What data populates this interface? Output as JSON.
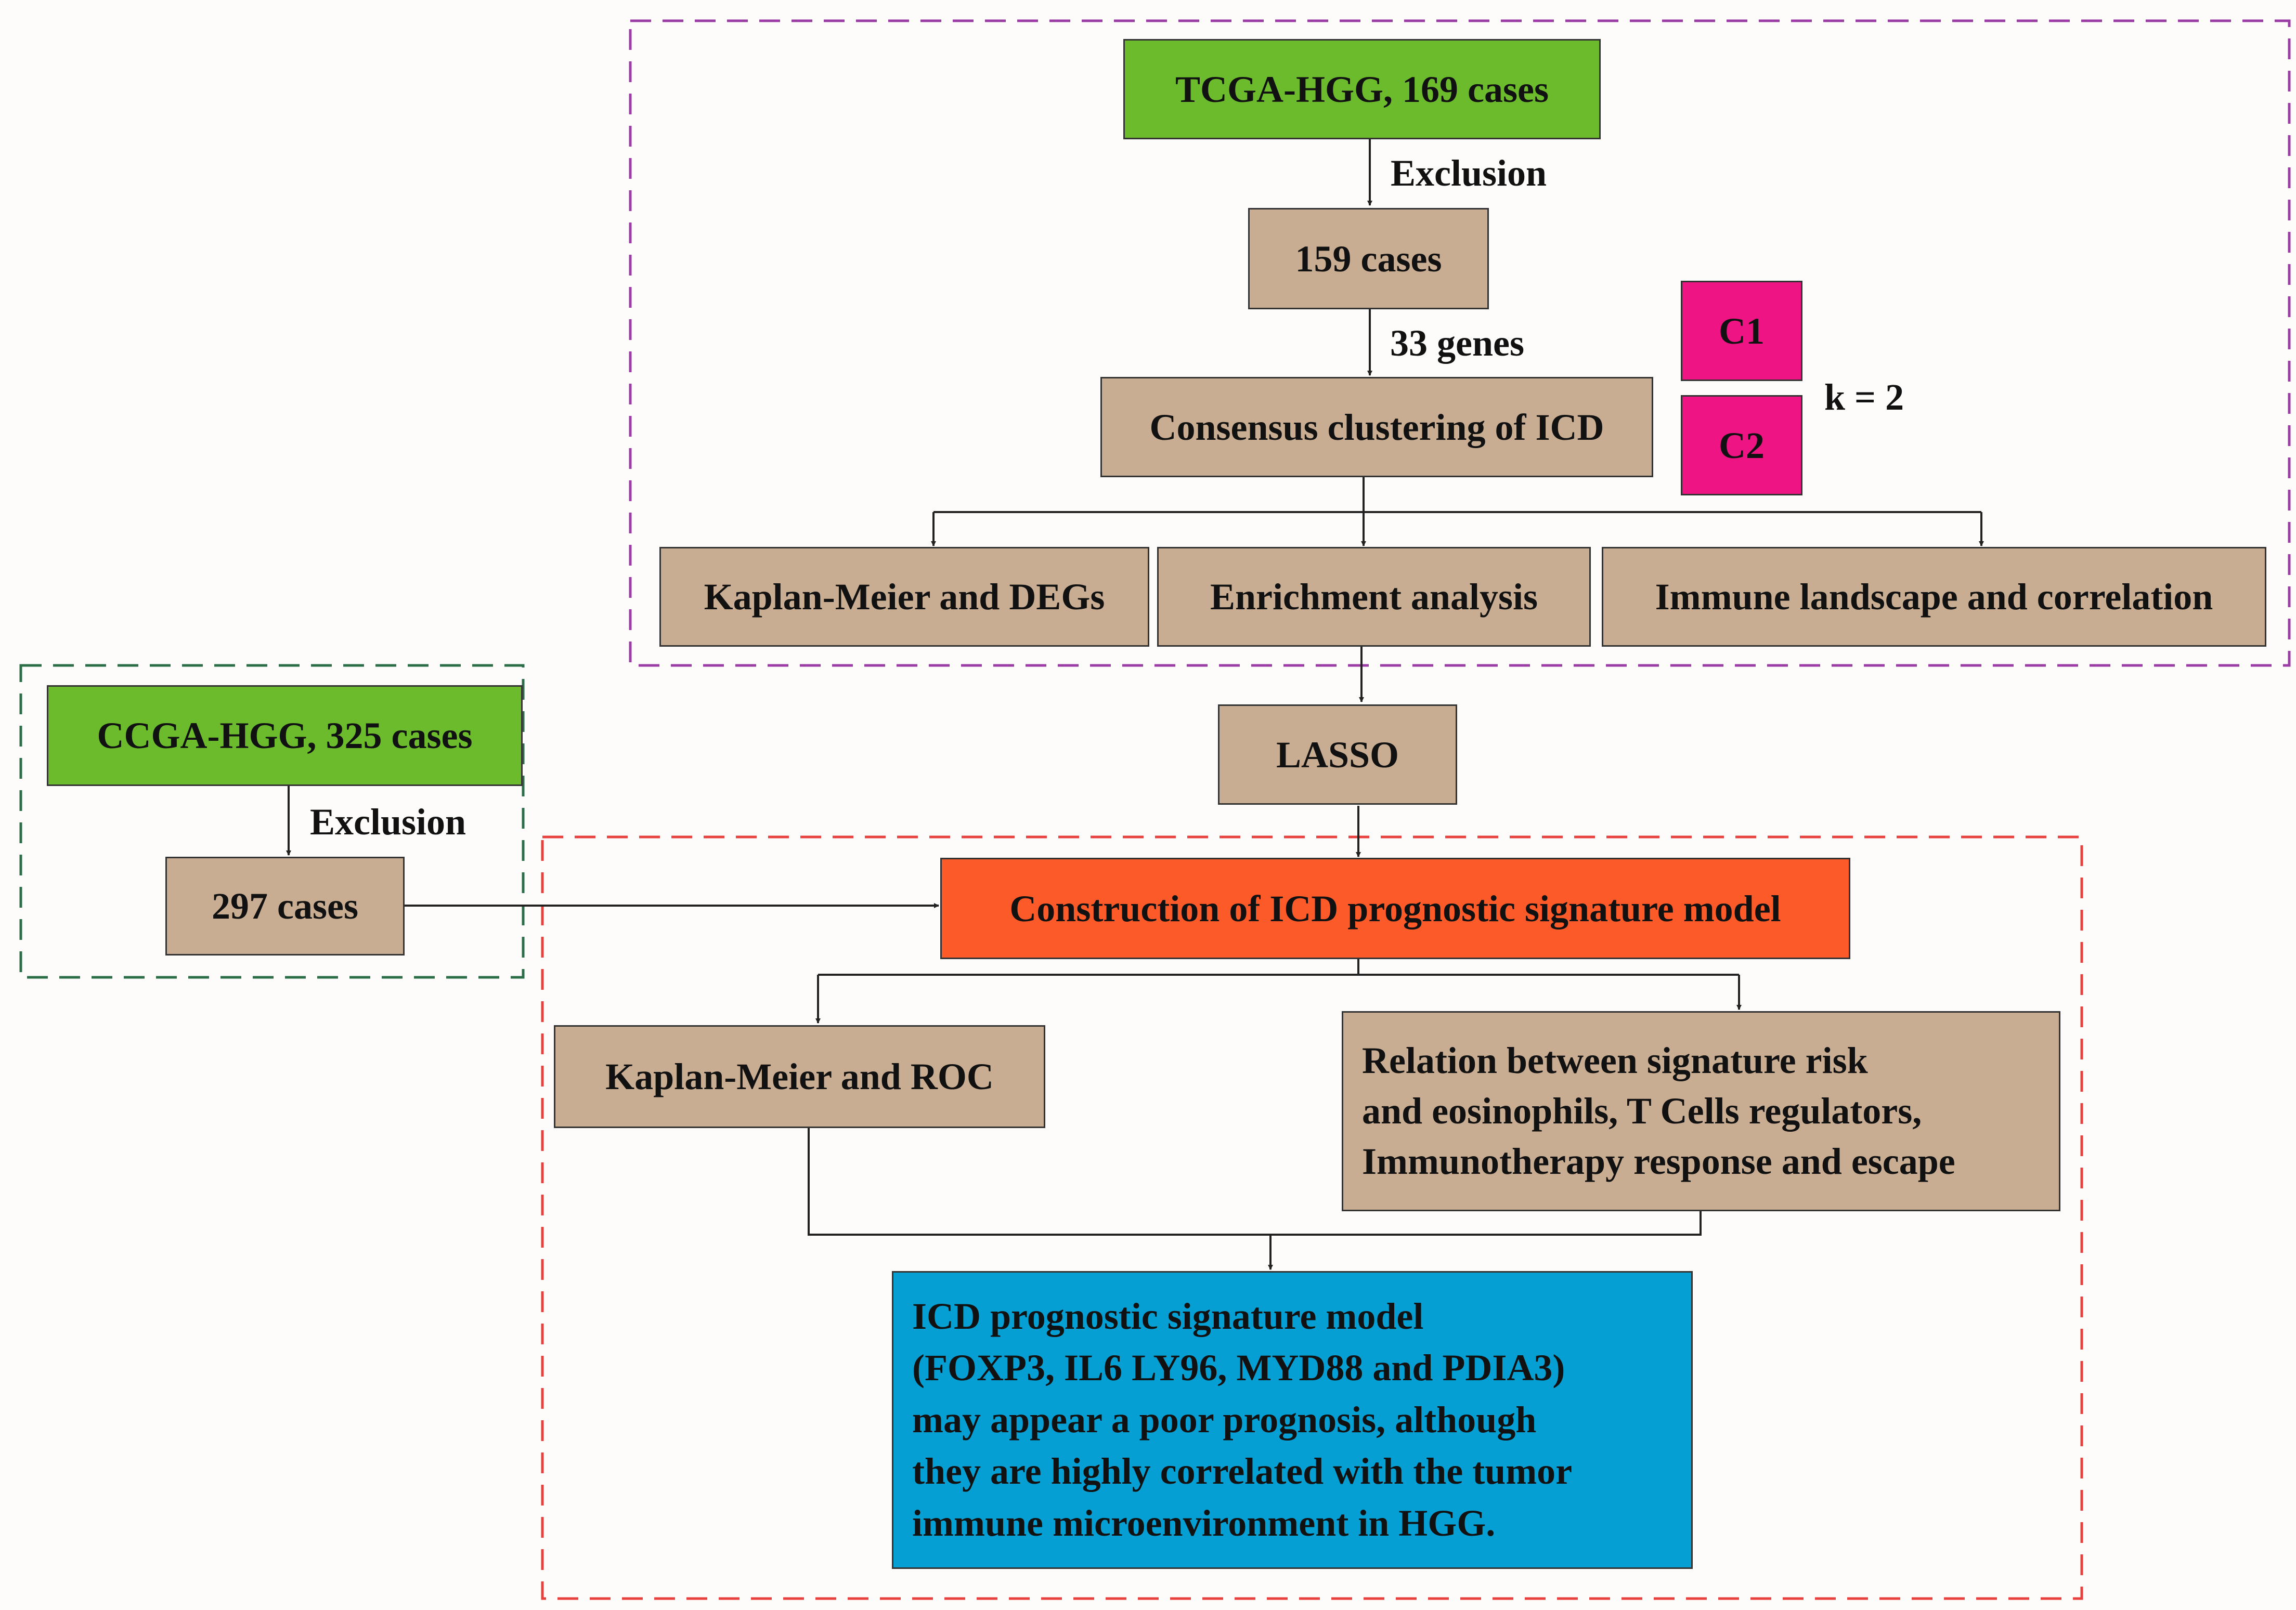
{
  "colors": {
    "tan": "#c9ad92",
    "green": "#6bbb2c",
    "pink": "#ee1483",
    "orange": "#fc5a28",
    "blue": "#069fd3",
    "purple_dash": "#9b3da4",
    "red_dash": "#e8413d",
    "green_dash": "#2c6e47"
  },
  "tcga": {
    "source": "TCGA-HGG, 169 cases",
    "exclusion": "Exclusion",
    "after": "159 cases",
    "genes": "33 genes",
    "clustering": "Consensus clustering of ICD",
    "clusters": [
      "C1",
      "C2"
    ],
    "k": "k = 2",
    "analyses": [
      "Kaplan-Meier and DEGs",
      "Enrichment analysis",
      "Immune landscape and correlation"
    ]
  },
  "ccga": {
    "source": "CCGA-HGG, 325 cases",
    "exclusion": "Exclusion",
    "after": "297 cases"
  },
  "lasso": "LASSO",
  "model": {
    "construction": "Construction of ICD prognostic signature model",
    "km_roc": "Kaplan-Meier and ROC",
    "relation": [
      "Relation between signature risk",
      "and eosinophils, T Cells regulators,",
      "Immunotherapy response and escape"
    ],
    "conclusion": [
      "ICD prognostic signature model",
      "(FOXP3, IL6 LY96, MYD88 and PDIA3)",
      "may appear a poor prognosis, although",
      "they are highly correlated with the tumor",
      "immune microenvironment in HGG."
    ]
  }
}
